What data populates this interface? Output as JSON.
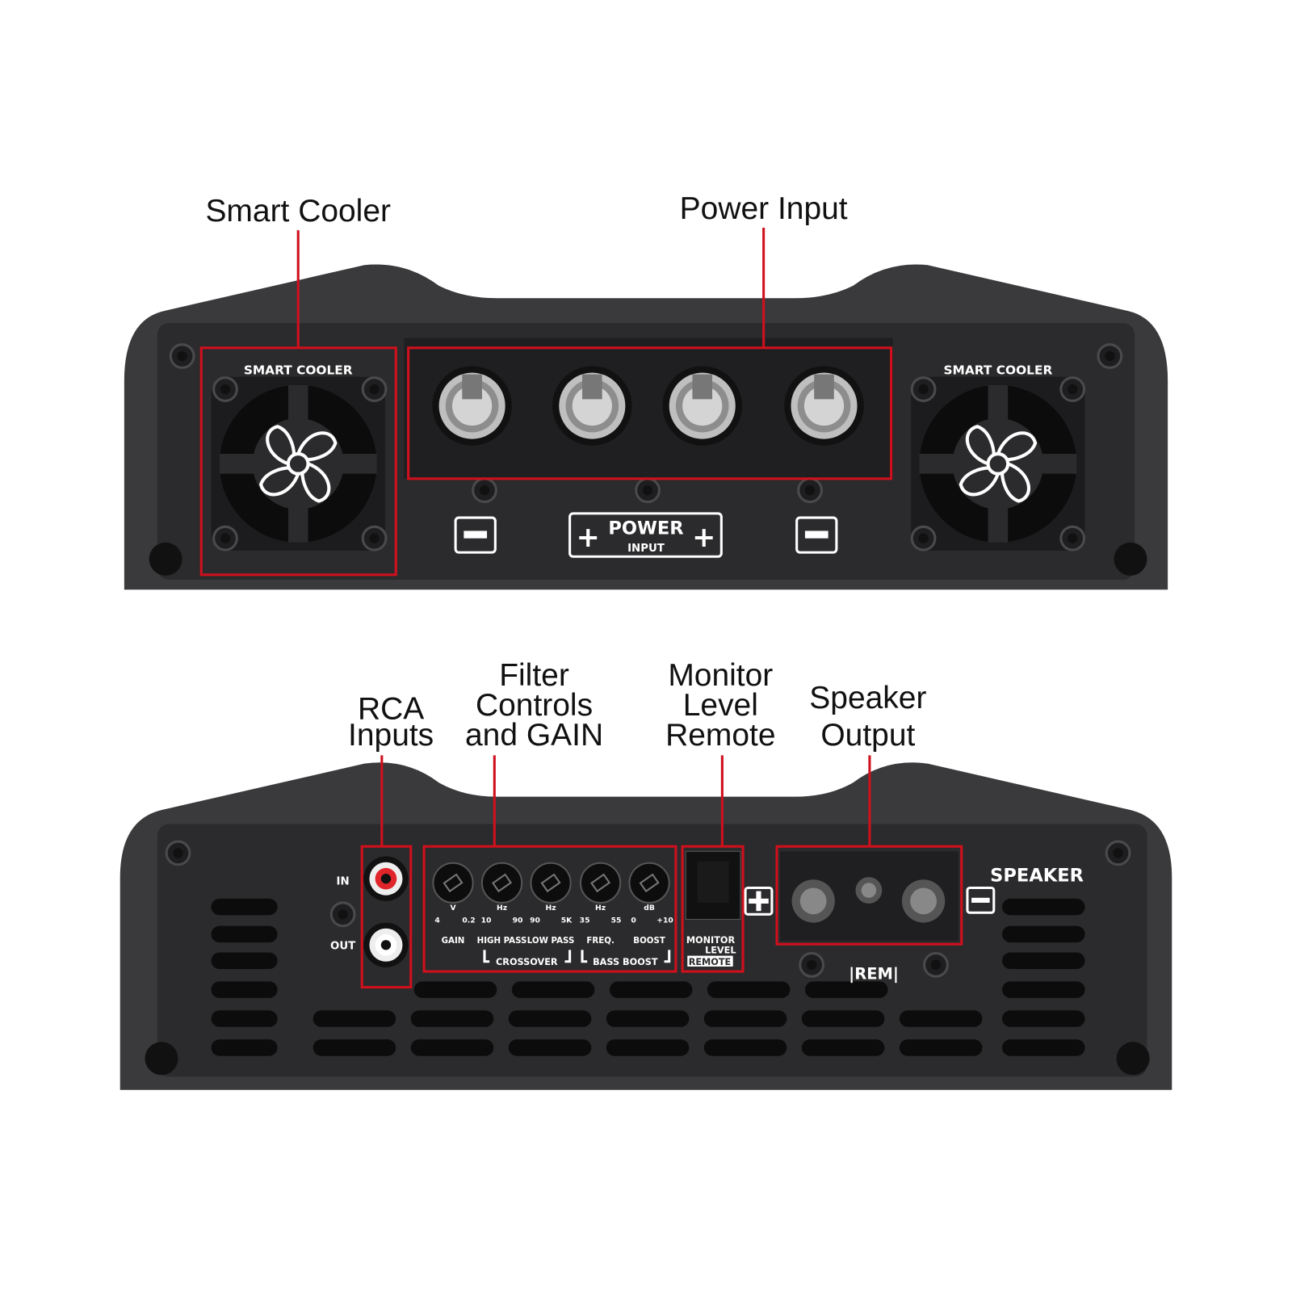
{
  "callouts": {
    "smart_cooler": "Smart Cooler",
    "power_input": "Power Input",
    "rca_inputs": [
      "RCA",
      "Inputs"
    ],
    "filter_controls": [
      "Filter",
      "Controls",
      "and GAIN"
    ],
    "monitor_level_remote": [
      "Monitor",
      "Level",
      "Remote"
    ],
    "speaker_output": [
      "Speaker",
      "Output"
    ]
  },
  "top_panel": {
    "fan_label": "SMART COOLER",
    "power_label": "POWER",
    "power_sub": "INPUT",
    "minus": "−",
    "plus": "+"
  },
  "bottom_panel": {
    "rca_in": "IN",
    "rca_out": "OUT",
    "knobs": [
      {
        "unit": "V",
        "min": "4",
        "max": "0.2",
        "label": "GAIN"
      },
      {
        "unit": "Hz",
        "min": "10",
        "max": "90",
        "label": "HIGH PASS"
      },
      {
        "unit": "Hz",
        "min": "90",
        "max": "5K",
        "label": "LOW PASS"
      },
      {
        "unit": "Hz",
        "min": "35",
        "max": "55",
        "label": "FREQ."
      },
      {
        "unit": "dB",
        "min": "0",
        "max": "+10",
        "label": "BOOST"
      }
    ],
    "crossover": "CROSSOVER",
    "bass_boost": "BASS BOOST",
    "monitor": "MONITOR",
    "level": "LEVEL",
    "remote": "REMOTE",
    "speaker": "SPEAKER",
    "rem": "|REM|"
  },
  "colors": {
    "highlight": "#d0101c",
    "body": "#3a3a3c",
    "panel": "#2b2b2d"
  }
}
